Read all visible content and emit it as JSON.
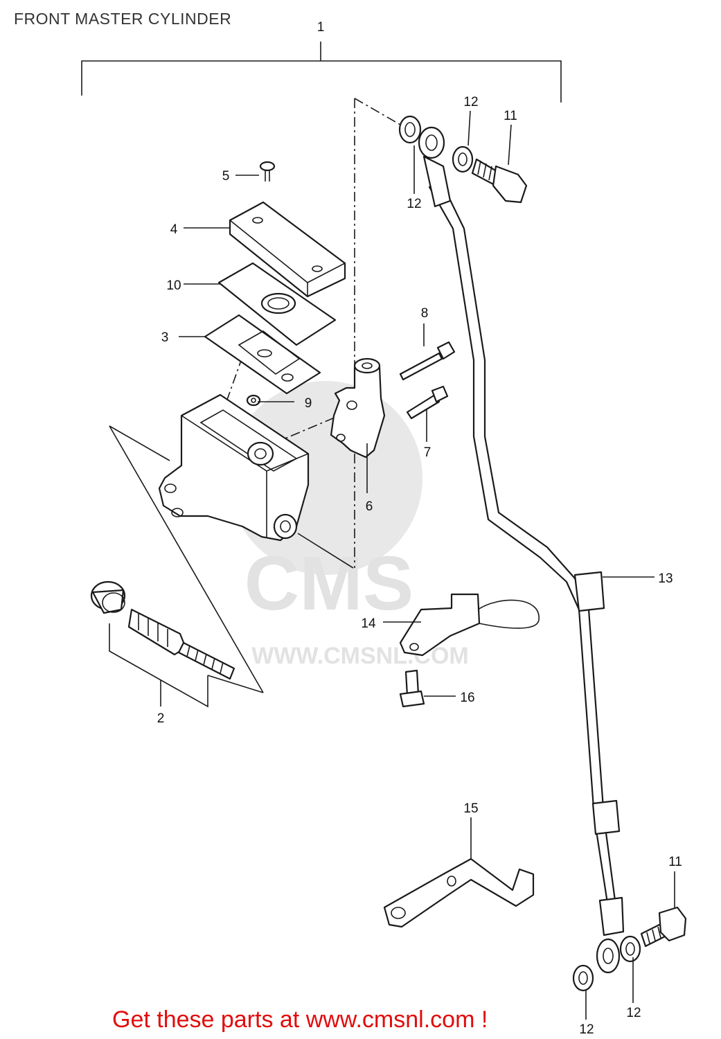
{
  "title": "FRONT MASTER CYLINDER",
  "watermark": {
    "logo_text": "CMS",
    "site_text": "WWW.CMSNL.COM"
  },
  "callouts": [
    {
      "id": "c1",
      "label": "1"
    },
    {
      "id": "c2",
      "label": "2"
    },
    {
      "id": "c3",
      "label": "3"
    },
    {
      "id": "c4",
      "label": "4"
    },
    {
      "id": "c5",
      "label": "5"
    },
    {
      "id": "c6",
      "label": "6"
    },
    {
      "id": "c7",
      "label": "7"
    },
    {
      "id": "c8",
      "label": "8"
    },
    {
      "id": "c9",
      "label": "9"
    },
    {
      "id": "c10",
      "label": "10"
    },
    {
      "id": "c11a",
      "label": "11"
    },
    {
      "id": "c11b",
      "label": "11"
    },
    {
      "id": "c12a",
      "label": "12"
    },
    {
      "id": "c12b",
      "label": "12"
    },
    {
      "id": "c12c",
      "label": "12"
    },
    {
      "id": "c12d",
      "label": "12"
    },
    {
      "id": "c13",
      "label": "13"
    },
    {
      "id": "c14",
      "label": "14"
    },
    {
      "id": "c15",
      "label": "15"
    },
    {
      "id": "c16",
      "label": "16"
    }
  ],
  "footer": {
    "cta_text": "Get these parts at www.cmsnl.com !",
    "cta_color": "#e10c0c"
  }
}
